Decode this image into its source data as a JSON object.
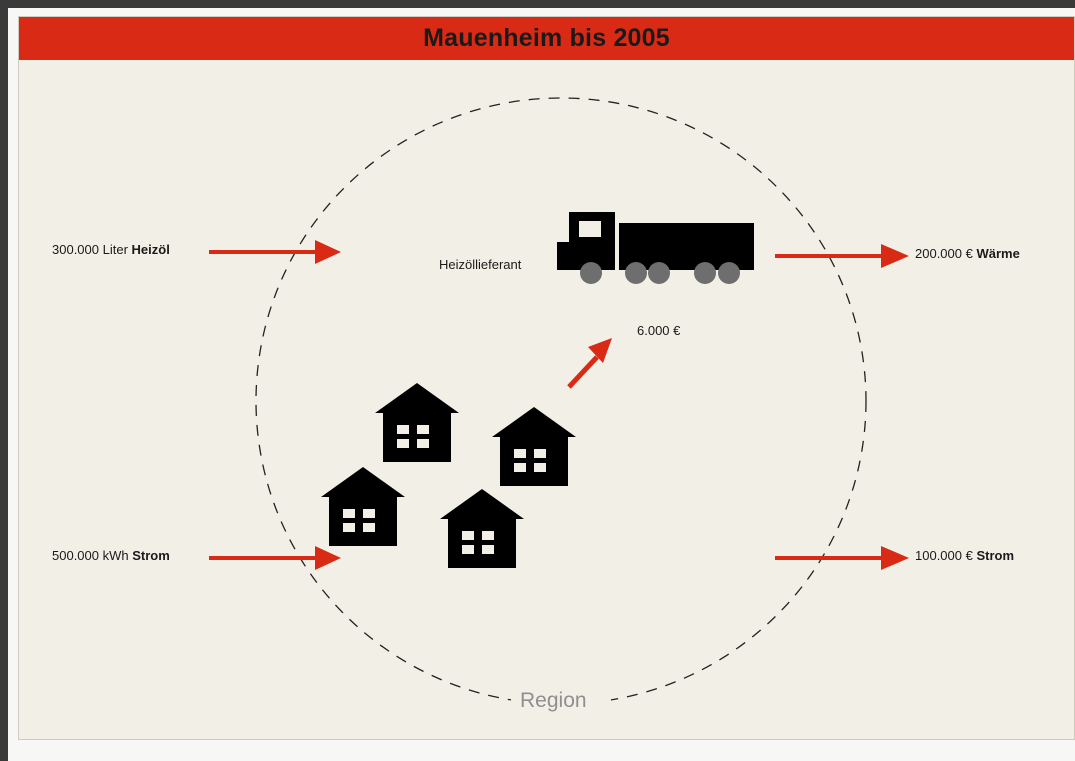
{
  "title": "Mauenheim bis 2005",
  "inputs": [
    {
      "amount": "300.000 Liter",
      "item": "Heizöl"
    },
    {
      "amount": "500.000 kWh",
      "item": "Strom"
    }
  ],
  "outputs": [
    {
      "amount": "200.000 €",
      "item": "Wärme"
    },
    {
      "amount": "100.000 €",
      "item": "Strom"
    }
  ],
  "supplier_label": "Heizöllieferant",
  "supplier_payment": "6.000 €",
  "region_label": "Region",
  "colors": {
    "header": "#d92a16",
    "arrow": "#d92a16",
    "background": "#f2efe6",
    "icon": "#000000",
    "wheel": "#6e6e6e"
  },
  "icons": [
    "truck-icon",
    "house-icon"
  ]
}
